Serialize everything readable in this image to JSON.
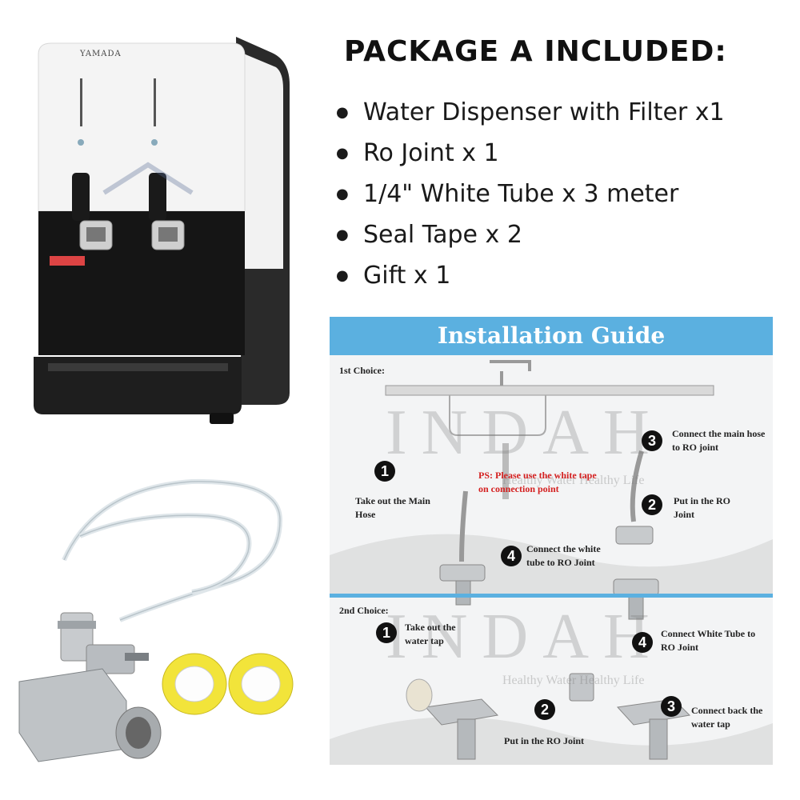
{
  "package": {
    "title": "PACKAGE A INCLUDED:",
    "items": [
      "Water Dispenser with Filter x1",
      "Ro Joint x 1",
      "1/4\" White Tube x 3 meter",
      "Seal Tape x 2",
      "Gift x 1"
    ]
  },
  "dispenser": {
    "brand": "YAMADA"
  },
  "guide": {
    "title": "Installation Guide",
    "watermark": "INDAH",
    "watermark_sub": "Healthy Water Healthy Life",
    "first": {
      "label": "1st Choice:",
      "step1": "Take out the Main Hose",
      "step2": "Put in the RO Joint",
      "step3": "Connect the main hose to RO joint",
      "step4": "Connect the white tube to RO Joint",
      "note": "PS: Please use the white tape on connection point"
    },
    "second": {
      "label": "2nd Choice:",
      "step1": "Take out the water tap",
      "step2": "Put in the RO Joint",
      "step3": "Connect back the water tap",
      "step4": "Connect White Tube to RO Joint"
    },
    "numbers": [
      "1",
      "2",
      "3",
      "4"
    ]
  },
  "colors": {
    "accent": "#5bb0e0",
    "note": "#d42020",
    "tape": "#f2e43a"
  }
}
